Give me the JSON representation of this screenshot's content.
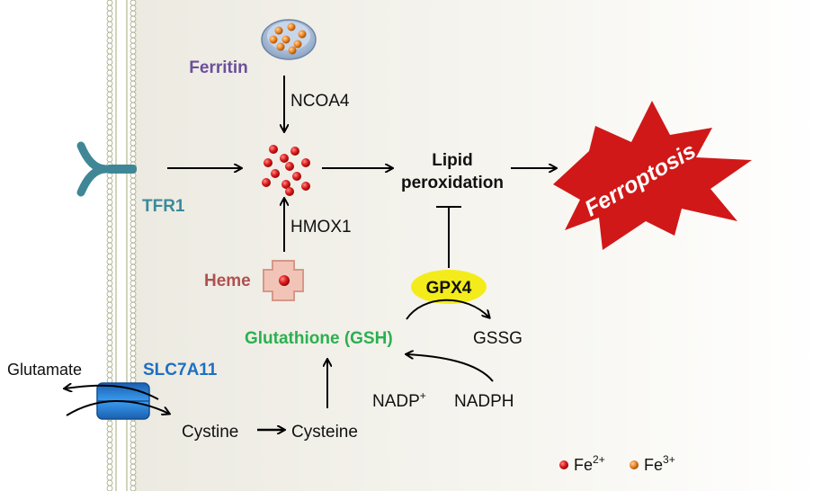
{
  "labels": {
    "ferritin": "Ferritin",
    "ncoa4": "NCOA4",
    "tfr1": "TFR1",
    "hmox1": "HMOX1",
    "heme": "Heme",
    "lipid_line1": "Lipid",
    "lipid_line2": "peroxidation",
    "ferroptosis": "Ferroptosis",
    "gpx4": "GPX4",
    "gsh": "Glutathione (GSH)",
    "gssg": "GSSG",
    "nadp": "NADP",
    "nadp_sup": "+",
    "nadph": "NADPH",
    "glutamate": "Glutamate",
    "slc7a11": "SLC7A11",
    "cystine": "Cystine",
    "cysteine": "Cysteine"
  },
  "legend": {
    "fe2": "Fe",
    "fe2_sup": "2+",
    "fe3": "Fe",
    "fe3_sup": "3+"
  },
  "colors": {
    "ferritin": "#6b4f9a",
    "tfr1": "#3a8a9a",
    "heme": "#b05050",
    "gsh": "#2bb050",
    "slc7a11": "#1f6fc0",
    "ferroptosis_burst": "#d01818",
    "gpx4_highlight": "#f4ec1a",
    "fe2_dot": "#d81e1e",
    "fe3_dot": "#e8862a",
    "receptor": "#3f8796",
    "transporter": "#2a7ad8",
    "panel_bg": "#f4f2ec"
  }
}
